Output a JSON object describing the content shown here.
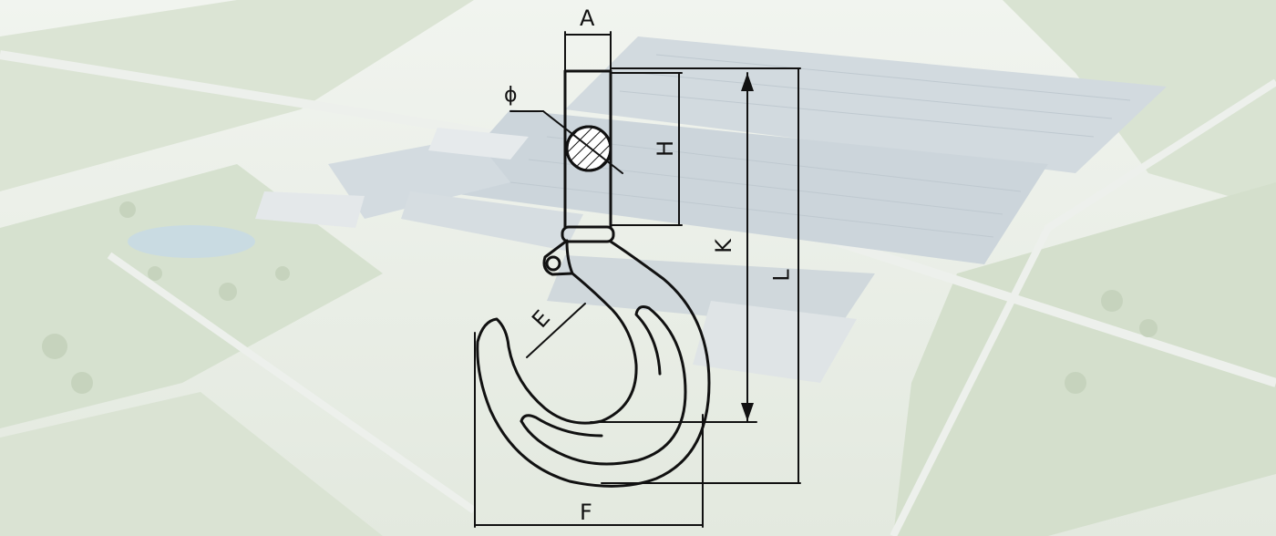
{
  "background": {
    "description_icon": "factory-aerial-photo-faded",
    "base_color": "#e6ebe2",
    "accent_roof_color": "#c9d2d8",
    "greenery_color": "#c8d6bf"
  },
  "diagram": {
    "subject": "hook-icon",
    "stroke_color": "#111111",
    "labels": {
      "A": "A",
      "phi": "ϕ",
      "H": "H",
      "K": "K",
      "L": "L",
      "E": "E",
      "F": "F"
    }
  }
}
